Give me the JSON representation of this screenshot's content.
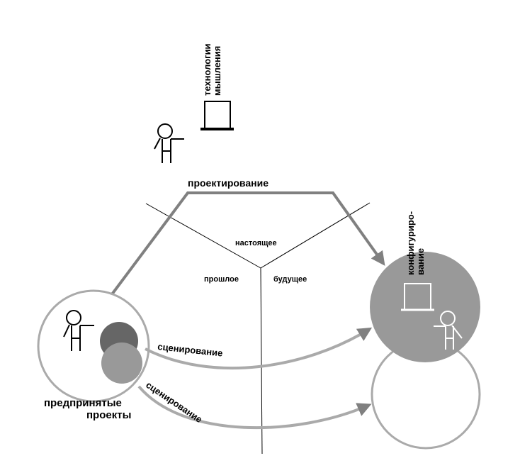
{
  "labels": {
    "thinking_technologies": [
      "технологии",
      "мышления"
    ],
    "design": "проектирование",
    "present": "настоящее",
    "past": "прошлое",
    "future": "будущее",
    "configuring": [
      "конфигуриро-",
      "вание"
    ],
    "scenario_top": "сценирование",
    "scenario_bottom": "сценирование",
    "undertaken_projects": [
      "предпринятые",
      "проекты"
    ]
  },
  "colors": {
    "arrow": "#999999",
    "arrow_dark": "#888888",
    "circle_outline": "#aaaaaa",
    "dark_disc": "#666666",
    "mid_disc": "#999999",
    "big_grey_circle": "#999999",
    "stroke": "#000000"
  },
  "icons": [
    "person-icon",
    "board-icon"
  ]
}
